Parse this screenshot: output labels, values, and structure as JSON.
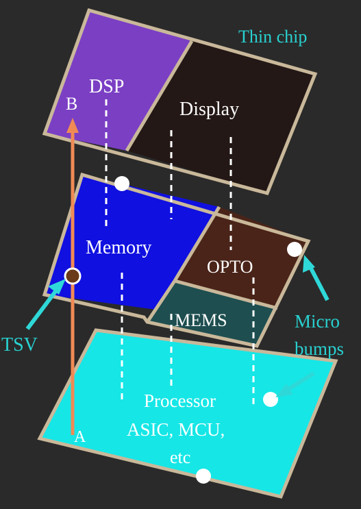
{
  "colors": {
    "background": "#2a2a2a",
    "outline": "#c9b89a",
    "dsp": "#7b3fc4",
    "display": "#231816",
    "memory": "#1010e0",
    "opto": "#4a2418",
    "mems": "#1e4e50",
    "processor": "#16e6e6",
    "arrow": "#f08a55",
    "pointer": "#2fd8d8",
    "label_cyan": "#29d1d1",
    "label_white": "#ffffff"
  },
  "labels": {
    "thin_chip": "Thin chip",
    "dsp": "DSP",
    "b": "B",
    "display": "Display",
    "memory": "Memory",
    "opto": "OPTO",
    "mems": "MEMS",
    "tsv": "TSV",
    "micro": "Micro",
    "bumps": "bumps",
    "processor_line1": "Processor",
    "processor_line2": "ASIC, MCU,",
    "processor_line3": "etc",
    "a": "A"
  }
}
